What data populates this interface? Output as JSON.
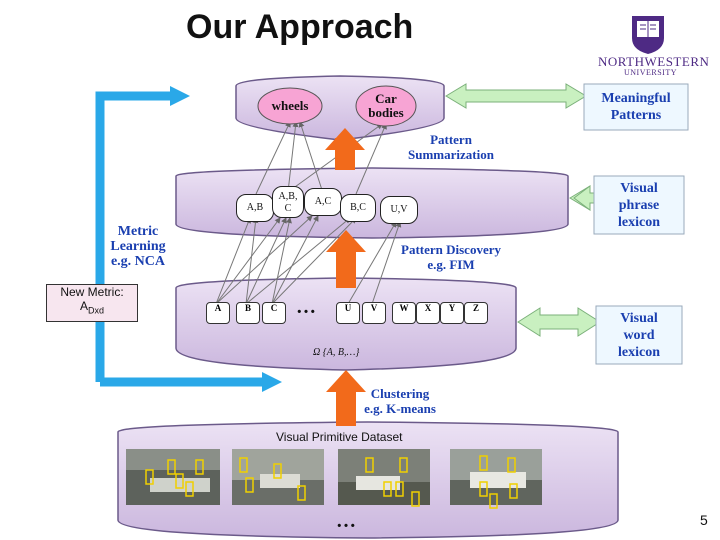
{
  "header": {
    "title": "Our Approach",
    "logo_name": "NORTHWESTERN",
    "logo_sub": "UNIVERSITY"
  },
  "layers": {
    "top": {
      "ovals": [
        {
          "label": "wheels",
          "color": "#f7a4d4"
        },
        {
          "label": "Car\nbodies",
          "color": "#f7a4d4"
        }
      ],
      "arrow_label": "Pattern\nSummarization",
      "side_label": "Meaningful\nPatterns"
    },
    "middle": {
      "nodes": [
        "A,B",
        "A,B,\nC",
        "A,C",
        "B,C",
        "U,V"
      ],
      "arrow_label": "Pattern Discovery\ne.g. FIM",
      "side_label": "Visual\nphrase\nlexicon"
    },
    "lower": {
      "words": [
        "A",
        "B",
        "C",
        "U",
        "V",
        "W",
        "X",
        "Y",
        "Z"
      ],
      "ellipsis": "…",
      "formula": "Ω   {A, B,…}",
      "arrow_label": "Clustering\ne.g. K-means",
      "side_label": "Visual\nword\nlexicon"
    },
    "bottom": {
      "label": "Visual Primitive Dataset",
      "ellipsis": "…"
    }
  },
  "left": {
    "metric_label": "Metric\nLearning\ne.g. NCA",
    "new_metric_line1": "New Metric:",
    "new_metric_line2": "A",
    "new_metric_sub": "Dxd"
  },
  "footer": {
    "page_number": "5"
  },
  "colors": {
    "layer_fill": "#d9c8e8",
    "layer_border": "#6b5a8a",
    "orange_arrow": "#f26a1b",
    "blue_arrow": "#2aa8e8",
    "green_arrow": "#c9f0c0",
    "side_box": "#eef8ff",
    "label_blue": "#1a3fb0"
  }
}
